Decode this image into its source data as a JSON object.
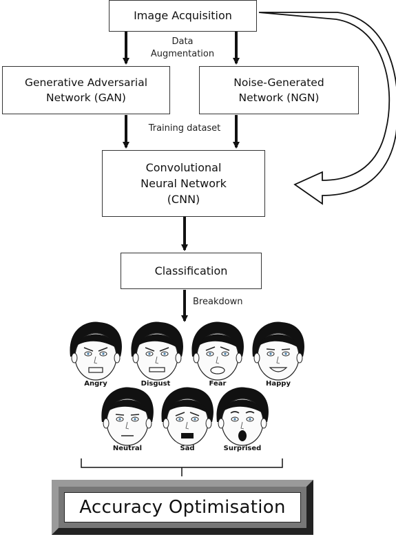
{
  "nodes": {
    "image_acquisition": "Image Acquisition",
    "gan": "Generative Adversarial\nNetwork (GAN)",
    "ngn": "Noise-Generated\nNetwork (NGN)",
    "cnn": "Convolutional\nNeural Network\n(CNN)",
    "classification": "Classification",
    "accuracy": "Accuracy Optimisation"
  },
  "edge_labels": {
    "data_augmentation": "Data\nAugmentation",
    "training_dataset": "Training dataset",
    "breakdown": "Breakdown"
  },
  "emotions": [
    "Angry",
    "Disgust",
    "Fear",
    "Happy",
    "Neutral",
    "Sad",
    "Surprised"
  ]
}
